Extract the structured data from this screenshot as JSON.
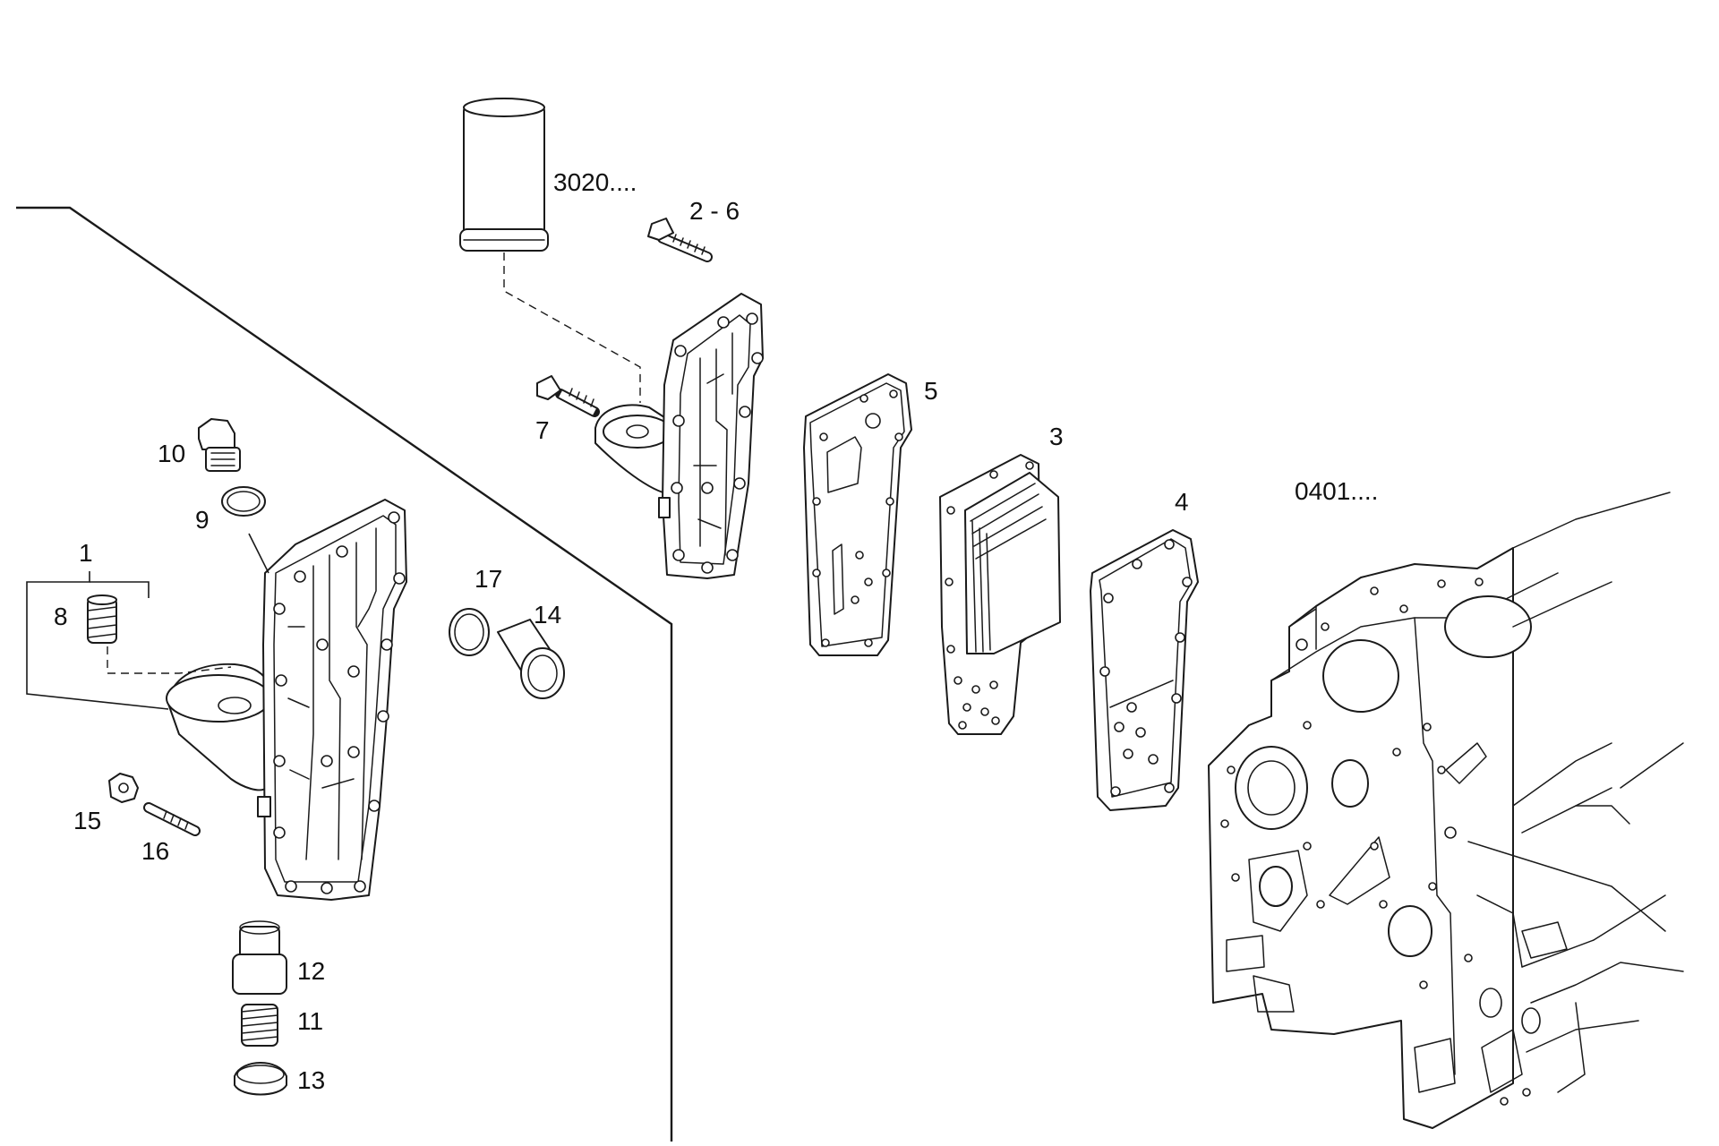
{
  "labels": {
    "ref_filter": "3020....",
    "ref_block": "0401....",
    "p1": "1",
    "p2_6": "2 - 6",
    "p3": "3",
    "p4": "4",
    "p5": "5",
    "p7": "7",
    "p8": "8",
    "p9": "9",
    "p10": "10",
    "p11": "11",
    "p12": "12",
    "p13": "13",
    "p14": "14",
    "p15": "15",
    "p16": "16",
    "p17": "17"
  },
  "colors": {
    "line": "#1a1a1a",
    "background": "#ffffff"
  }
}
